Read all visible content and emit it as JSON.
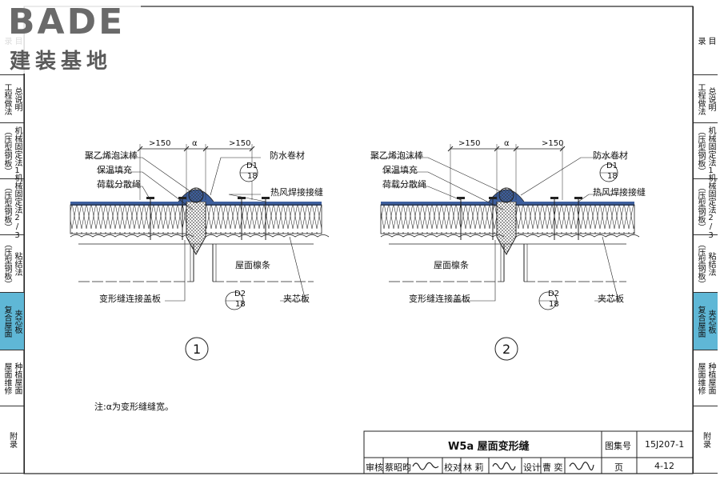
{
  "logo": {
    "brand": "BADE",
    "subtitle": "建装基地"
  },
  "left_tabs": [
    {
      "cols": [
        "目",
        "录"
      ]
    },
    {
      "cols": [
        "总说明",
        "工程做法"
      ]
    },
    {
      "cols": [
        "机械固定法1",
        "（压型钢板）"
      ]
    },
    {
      "cols": [
        "机械固定法2/3",
        "（压型钢板）"
      ]
    },
    {
      "cols": [
        "粘结法",
        "（压型钢板）"
      ]
    },
    {
      "cols": [
        "夹芯板",
        "复合屋面"
      ]
    },
    {
      "cols": [
        "种植屋面",
        "屋面维修"
      ]
    },
    {
      "cols": [
        "附录"
      ]
    }
  ],
  "right_tabs": [
    {
      "cols": [
        "目",
        "录"
      ]
    },
    {
      "cols": [
        "总说明",
        "工程做法"
      ]
    },
    {
      "cols": [
        "机械固定法1",
        "（压型钢板）"
      ]
    },
    {
      "cols": [
        "机械固定法2/3",
        "（压型钢板）"
      ]
    },
    {
      "cols": [
        "粘结法",
        "（压型钢板）"
      ]
    },
    {
      "cols": [
        "夹芯板",
        "复合屋面"
      ]
    },
    {
      "cols": [
        "种植屋面",
        "屋面维修"
      ]
    },
    {
      "cols": [
        "附录"
      ]
    }
  ],
  "detail1": {
    "label_foam_rod": "聚乙烯泡沫棒",
    "label_insulation": "保温填充",
    "label_load_rope": "荷载分散绳",
    "label_membrane": "防水卷材",
    "label_weld": "热风焊接接缝",
    "label_purlin": "屋面檩条",
    "label_cover": "变形缝连接盖板",
    "label_panel": "夹芯板",
    "dim_left": ">150",
    "dim_mid": "α",
    "dim_right": ">150",
    "ref1_top": "D1",
    "ref1_bottom": "18",
    "ref2_top": "D2",
    "ref2_bottom": "18",
    "number": "1"
  },
  "detail2": {
    "label_foam_rod": "聚乙烯泡沫棒",
    "label_insulation": "保温填充",
    "label_load_rope": "荷载分散绳",
    "label_membrane": "防水卷材",
    "label_weld": "热风焊接接缝",
    "label_purlin": "屋面檩条",
    "label_cover": "变形缝连接盖板",
    "label_panel": "夹芯板",
    "dim_left": ">150",
    "dim_mid": "α",
    "dim_right": ">150",
    "ref1_top": "D1",
    "ref1_bottom": "18",
    "ref2_top": "D2",
    "ref2_bottom": "18",
    "number": "2"
  },
  "note": "注:α为变形缝缝宽。",
  "title_block": {
    "title": "W5a  屋面变形缝",
    "atlas_label": "图集号",
    "atlas_no": "15J207-1",
    "review_label": "审核",
    "reviewer": "蔡昭昀",
    "check_label": "校对",
    "checker": "林  莉",
    "design_label": "设计",
    "designer": "曹  奕",
    "page_label": "页",
    "page_no": "4-12"
  },
  "colors": {
    "membrane": "#3d5f9e",
    "active_tab": "#5fb7d6",
    "line": "#222222"
  }
}
